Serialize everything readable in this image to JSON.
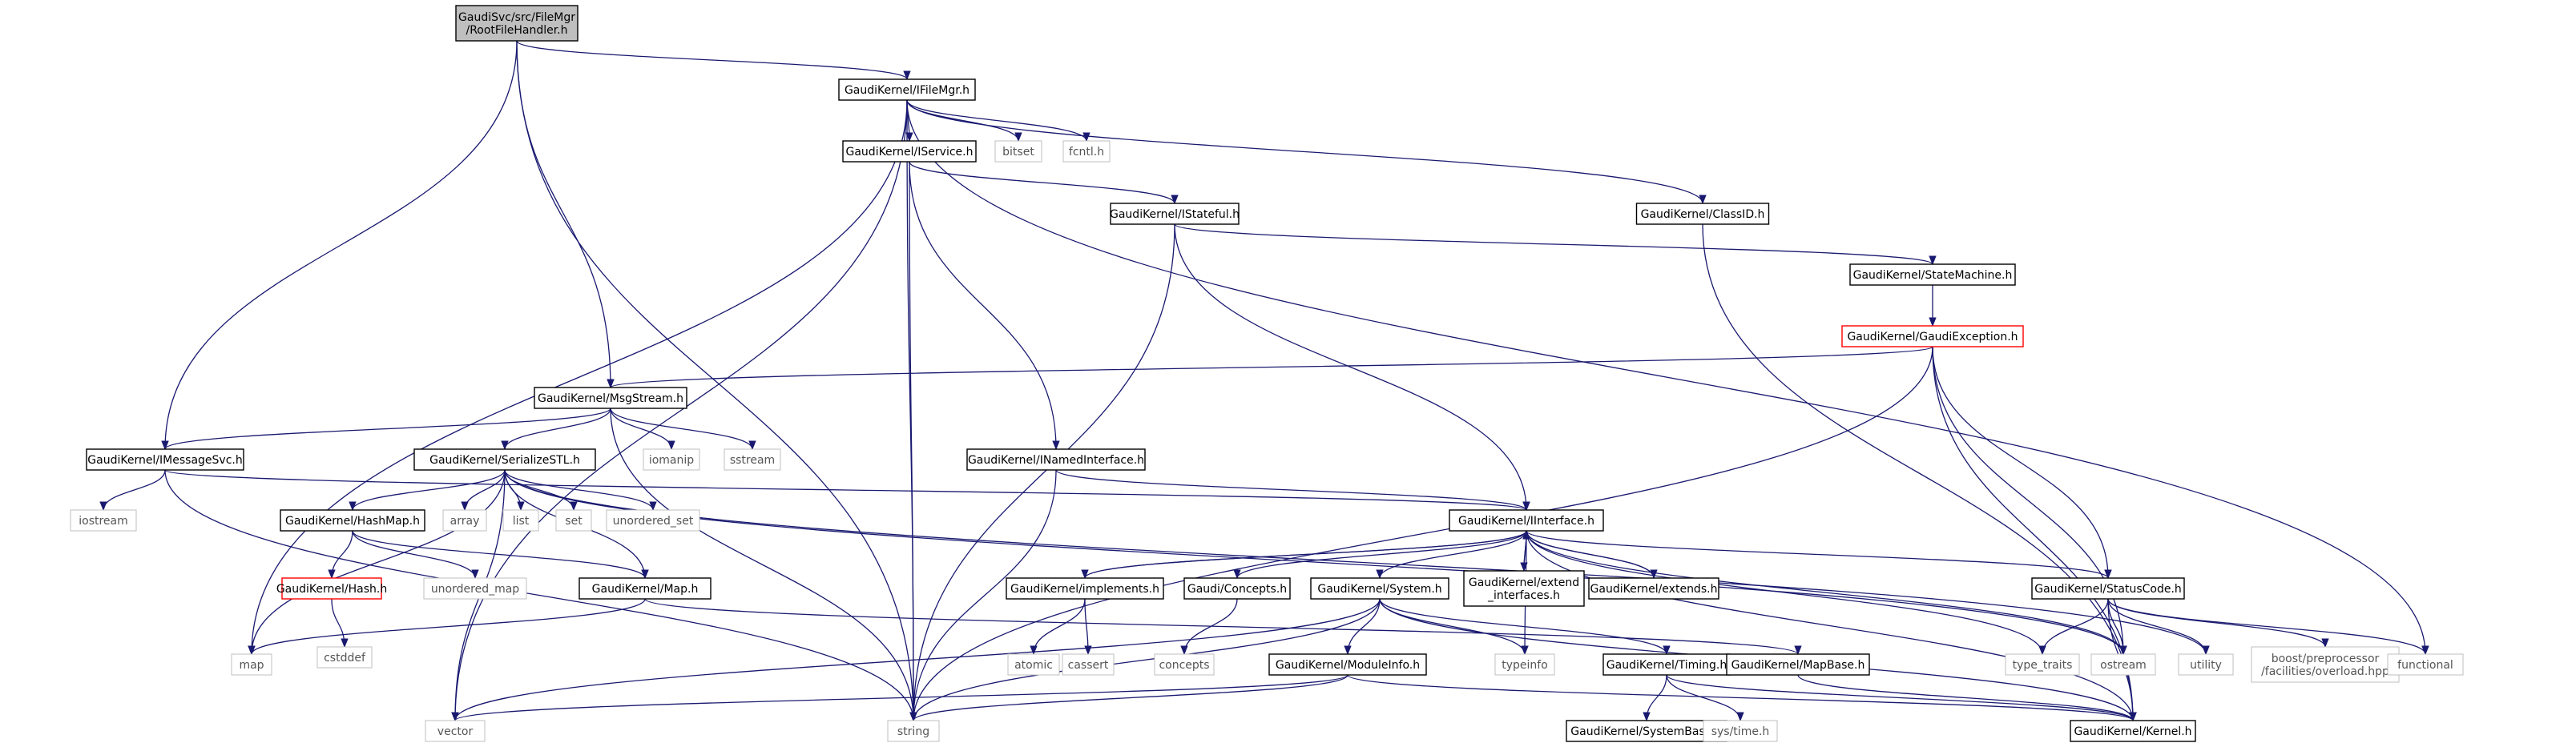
{
  "root_node": "GaudiSvc/src/FileMgr\n/RootFileHandler.h",
  "nodes": {
    "rootfilehandler": {
      "label": "GaudiSvc/src/FileMgr\n/RootFileHandler.h",
      "kind": "root"
    },
    "ifilemgr": {
      "label": "GaudiKernel/IFileMgr.h",
      "kind": "doc"
    },
    "imessagesvc": {
      "label": "GaudiKernel/IMessageSvc.h",
      "kind": "doc"
    },
    "msgstream": {
      "label": "GaudiKernel/MsgStream.h",
      "kind": "doc"
    },
    "iservice": {
      "label": "GaudiKernel/IService.h",
      "kind": "doc"
    },
    "istateful": {
      "label": "GaudiKernel/IStateful.h",
      "kind": "doc"
    },
    "classid": {
      "label": "GaudiKernel/ClassID.h",
      "kind": "doc"
    },
    "statemachine": {
      "label": "GaudiKernel/StateMachine.h",
      "kind": "doc"
    },
    "gaudiexception": {
      "label": "GaudiKernel/GaudiException.h",
      "kind": "red"
    },
    "inamedinterface": {
      "label": "GaudiKernel/INamedInterface.h",
      "kind": "doc"
    },
    "serializestl": {
      "label": "GaudiKernel/SerializeSTL.h",
      "kind": "doc"
    },
    "hashmap": {
      "label": "GaudiKernel/HashMap.h",
      "kind": "doc"
    },
    "hash": {
      "label": "GaudiKernel/Hash.h",
      "kind": "red"
    },
    "mapmap": {
      "label": "GaudiKernel/Map.h",
      "kind": "doc"
    },
    "iinterface": {
      "label": "GaudiKernel/IInterface.h",
      "kind": "doc"
    },
    "implements": {
      "label": "GaudiKernel/implements.h",
      "kind": "doc"
    },
    "concepts_h": {
      "label": "Gaudi/Concepts.h",
      "kind": "doc"
    },
    "system": {
      "label": "GaudiKernel/System.h",
      "kind": "doc"
    },
    "extend_interfaces": {
      "label": "GaudiKernel/extend\n_interfaces.h",
      "kind": "doc"
    },
    "extends": {
      "label": "GaudiKernel/extends.h",
      "kind": "doc"
    },
    "statuscode": {
      "label": "GaudiKernel/StatusCode.h",
      "kind": "doc"
    },
    "moduleinfo": {
      "label": "GaudiKernel/ModuleInfo.h",
      "kind": "doc"
    },
    "timing": {
      "label": "GaudiKernel/Timing.h",
      "kind": "doc"
    },
    "mapbase": {
      "label": "GaudiKernel/MapBase.h",
      "kind": "doc"
    },
    "kernel": {
      "label": "GaudiKernel/Kernel.h",
      "kind": "doc"
    },
    "systembase": {
      "label": "GaudiKernel/SystemBase.h",
      "kind": "doc"
    },
    "bitset": {
      "label": "bitset",
      "kind": "sys"
    },
    "fcntl": {
      "label": "fcntl.h",
      "kind": "sys"
    },
    "iostream": {
      "label": "iostream",
      "kind": "sys"
    },
    "iomanip": {
      "label": "iomanip",
      "kind": "sys"
    },
    "sstream": {
      "label": "sstream",
      "kind": "sys"
    },
    "array": {
      "label": "array",
      "kind": "sys"
    },
    "list": {
      "label": "list",
      "kind": "sys"
    },
    "set": {
      "label": "set",
      "kind": "sys"
    },
    "unordered_set": {
      "label": "unordered_set",
      "kind": "sys"
    },
    "unordered_map": {
      "label": "unordered_map",
      "kind": "sys"
    },
    "cstddef": {
      "label": "cstddef",
      "kind": "sys"
    },
    "map": {
      "label": "map",
      "kind": "sys"
    },
    "vector": {
      "label": "vector",
      "kind": "sys"
    },
    "string": {
      "label": "string",
      "kind": "sys"
    },
    "atomic": {
      "label": "atomic",
      "kind": "sys"
    },
    "cassert": {
      "label": "cassert",
      "kind": "sys"
    },
    "concepts": {
      "label": "concepts",
      "kind": "sys"
    },
    "typeinfo": {
      "label": "typeinfo",
      "kind": "sys"
    },
    "type_traits": {
      "label": "type_traits",
      "kind": "sys"
    },
    "ostream": {
      "label": "ostream",
      "kind": "sys"
    },
    "utility": {
      "label": "utility",
      "kind": "sys"
    },
    "boost_overload": {
      "label": "boost/preprocessor\n/facilities/overload.hpp",
      "kind": "sys"
    },
    "functional": {
      "label": "functional",
      "kind": "sys"
    },
    "sys_time": {
      "label": "sys/time.h",
      "kind": "sys"
    }
  },
  "edges": [
    [
      "rootfilehandler",
      "ifilemgr"
    ],
    [
      "rootfilehandler",
      "imessagesvc"
    ],
    [
      "rootfilehandler",
      "msgstream"
    ],
    [
      "rootfilehandler",
      "string"
    ],
    [
      "ifilemgr",
      "iservice"
    ],
    [
      "ifilemgr",
      "bitset"
    ],
    [
      "ifilemgr",
      "fcntl"
    ],
    [
      "ifilemgr",
      "classid"
    ],
    [
      "ifilemgr",
      "string"
    ],
    [
      "ifilemgr",
      "map"
    ],
    [
      "ifilemgr",
      "vector"
    ],
    [
      "ifilemgr",
      "functional"
    ],
    [
      "iservice",
      "istateful"
    ],
    [
      "iservice",
      "inamedinterface"
    ],
    [
      "iservice",
      "string"
    ],
    [
      "istateful",
      "statemachine"
    ],
    [
      "istateful",
      "iinterface"
    ],
    [
      "istateful",
      "string"
    ],
    [
      "classid",
      "kernel"
    ],
    [
      "statemachine",
      "gaudiexception"
    ],
    [
      "gaudiexception",
      "msgstream"
    ],
    [
      "gaudiexception",
      "statuscode"
    ],
    [
      "gaudiexception",
      "string"
    ],
    [
      "gaudiexception",
      "ostream"
    ],
    [
      "gaudiexception",
      "kernel"
    ],
    [
      "msgstream",
      "imessagesvc"
    ],
    [
      "msgstream",
      "serializestl"
    ],
    [
      "msgstream",
      "iomanip"
    ],
    [
      "msgstream",
      "sstream"
    ],
    [
      "msgstream",
      "string"
    ],
    [
      "imessagesvc",
      "iinterface"
    ],
    [
      "imessagesvc",
      "iostream"
    ],
    [
      "imessagesvc",
      "string"
    ],
    [
      "inamedinterface",
      "iinterface"
    ],
    [
      "inamedinterface",
      "string"
    ],
    [
      "serializestl",
      "hashmap"
    ],
    [
      "serializestl",
      "mapmap"
    ],
    [
      "serializestl",
      "array"
    ],
    [
      "serializestl",
      "list"
    ],
    [
      "serializestl",
      "set"
    ],
    [
      "serializestl",
      "unordered_set"
    ],
    [
      "serializestl",
      "map"
    ],
    [
      "serializestl",
      "vector"
    ],
    [
      "serializestl",
      "ostream"
    ],
    [
      "serializestl",
      "utility"
    ],
    [
      "hashmap",
      "hash"
    ],
    [
      "hashmap",
      "unordered_map"
    ],
    [
      "hashmap",
      "mapmap"
    ],
    [
      "hash",
      "cstddef"
    ],
    [
      "mapmap",
      "map"
    ],
    [
      "mapmap",
      "mapbase"
    ],
    [
      "iinterface",
      "implements"
    ],
    [
      "iinterface",
      "concepts_h"
    ],
    [
      "iinterface",
      "system"
    ],
    [
      "iinterface",
      "extend_interfaces"
    ],
    [
      "iinterface",
      "extends"
    ],
    [
      "iinterface",
      "statuscode"
    ],
    [
      "iinterface",
      "typeinfo"
    ],
    [
      "iinterface",
      "type_traits"
    ],
    [
      "iinterface",
      "ostream"
    ],
    [
      "iinterface",
      "kernel"
    ],
    [
      "implements",
      "iinterface"
    ],
    [
      "implements",
      "atomic"
    ],
    [
      "implements",
      "cassert"
    ],
    [
      "extend_interfaces",
      "iinterface"
    ],
    [
      "extends",
      "iinterface"
    ],
    [
      "concepts_h",
      "concepts"
    ],
    [
      "system",
      "moduleinfo"
    ],
    [
      "system",
      "timing"
    ],
    [
      "system",
      "typeinfo"
    ],
    [
      "system",
      "kernel"
    ],
    [
      "system",
      "string"
    ],
    [
      "system",
      "vector"
    ],
    [
      "moduleinfo",
      "kernel"
    ],
    [
      "moduleinfo",
      "string"
    ],
    [
      "moduleinfo",
      "vector"
    ],
    [
      "timing",
      "systembase"
    ],
    [
      "timing",
      "sys_time"
    ],
    [
      "timing",
      "kernel"
    ],
    [
      "mapbase",
      "kernel"
    ],
    [
      "statuscode",
      "boost_overload"
    ],
    [
      "statuscode",
      "functional"
    ],
    [
      "statuscode",
      "ostream"
    ],
    [
      "statuscode",
      "type_traits"
    ],
    [
      "statuscode",
      "utility"
    ],
    [
      "statuscode",
      "kernel"
    ]
  ],
  "colors": {
    "root_fill": "#bfbfbf",
    "doc_border": "#000000",
    "red_border": "#ff0000",
    "sys_border": "#bfbfbf",
    "sys_text": "#555555",
    "edge": "#191970"
  }
}
